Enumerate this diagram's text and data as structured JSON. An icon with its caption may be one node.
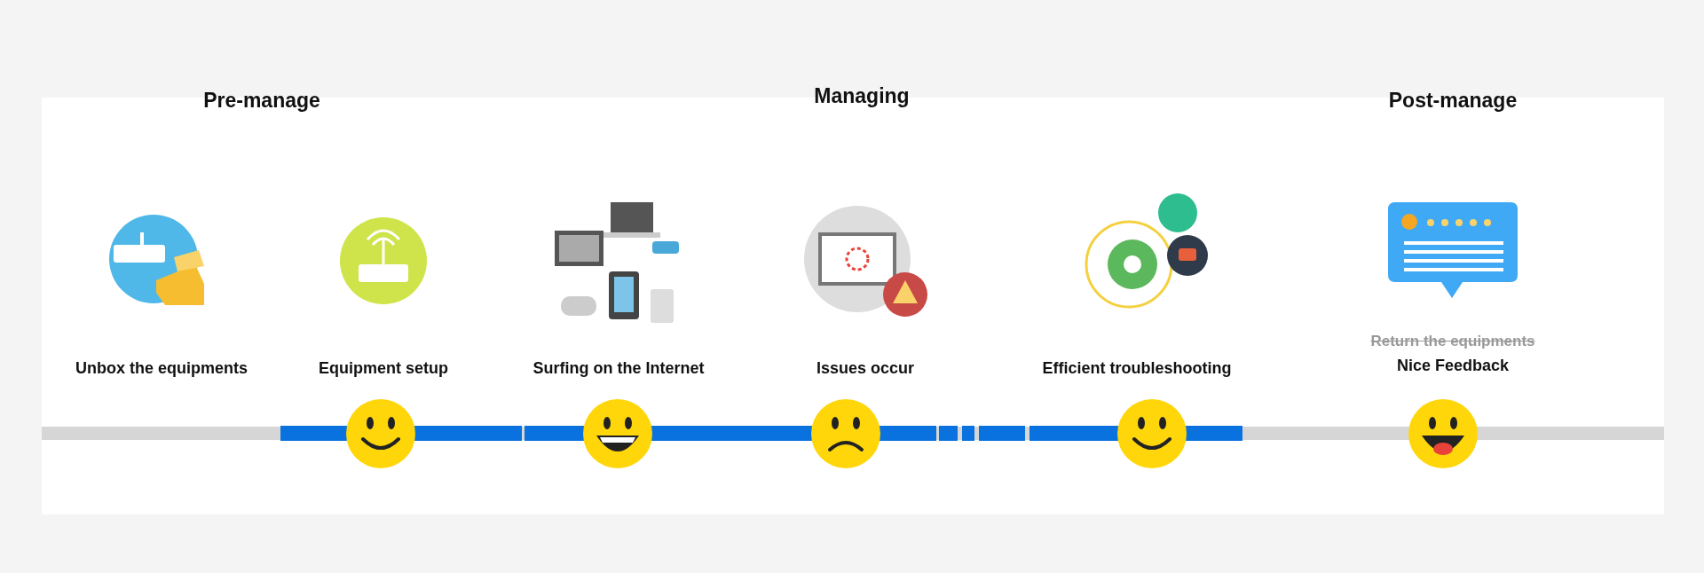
{
  "diagram": {
    "labels": [
      "Pre-manage",
      "Managing",
      "Post-manage",
      "Unbox the equipments",
      "Equipment setup",
      "Surfing on the Internet",
      "Issues occur",
      "Efficient troubleshooting",
      "Return the equipments",
      "Nice Feedback"
    ]
  }
}
